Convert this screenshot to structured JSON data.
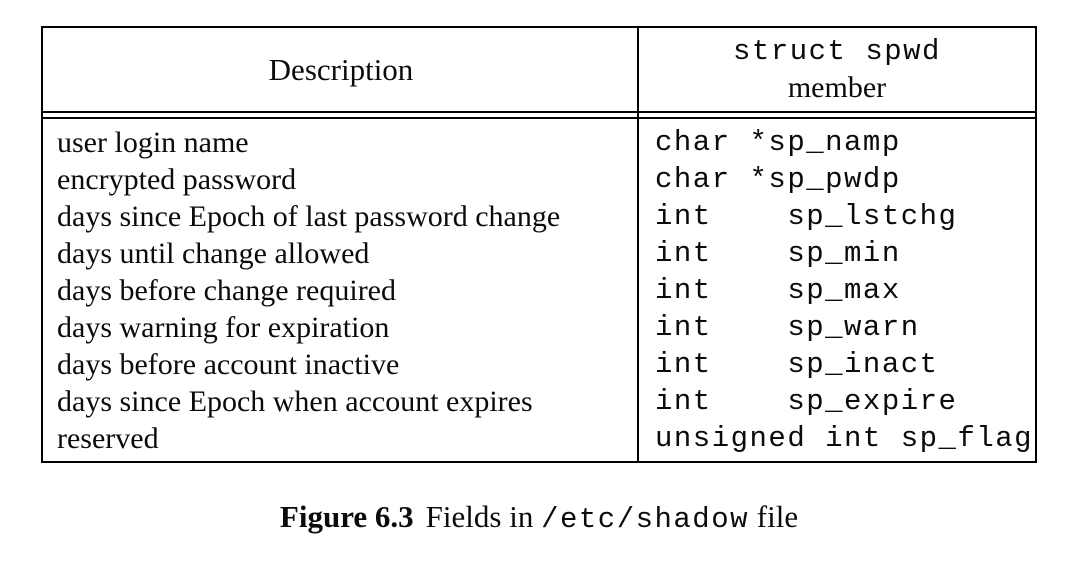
{
  "table": {
    "headers": {
      "description": "Description",
      "member_line1": "struct spwd",
      "member_line2": "member"
    },
    "rows": [
      {
        "description": "user login name",
        "member": "char *sp_namp"
      },
      {
        "description": "encrypted password",
        "member": "char *sp_pwdp"
      },
      {
        "description": "days since Epoch of last password change",
        "member": "int    sp_lstchg"
      },
      {
        "description": "days until change allowed",
        "member": "int    sp_min"
      },
      {
        "description": "days before change required",
        "member": "int    sp_max"
      },
      {
        "description": "days warning for expiration",
        "member": "int    sp_warn"
      },
      {
        "description": "days before account inactive",
        "member": "int    sp_inact"
      },
      {
        "description": "days since Epoch when account expires",
        "member": "int    sp_expire"
      },
      {
        "description": "reserved",
        "member": "unsigned int sp_flag"
      }
    ]
  },
  "caption": {
    "label": "Figure 6.3",
    "text_before": "Fields in",
    "code": "/etc/shadow",
    "text_after": "file"
  },
  "colors": {
    "text": "#0b0b0b",
    "border": "#000000",
    "background": "#ffffff"
  }
}
